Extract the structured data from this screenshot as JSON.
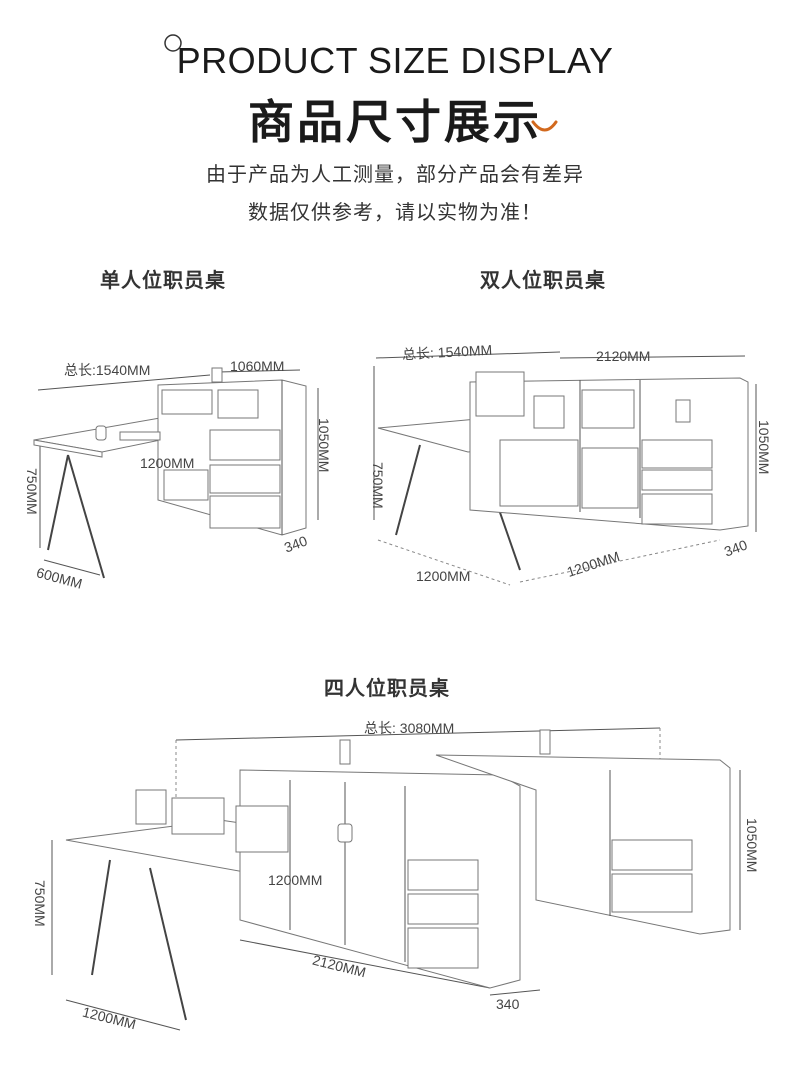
{
  "header": {
    "title_en": "PRODUCT SIZE DISPLAY",
    "title_cn": "商品尺寸展示",
    "note_line1": "由于产品为人工测量，部分产品会有差异",
    "note_line2": "数据仅供参考，请以实物为准！"
  },
  "single": {
    "heading": "单人位职员桌",
    "total_length": "总长:1540MM",
    "cabinet_length": "1060MM",
    "desk_length": "1200MM",
    "height": "750MM",
    "cabinet_height": "1050MM",
    "depth": "600MM",
    "cabinet_depth": "340"
  },
  "double": {
    "heading": "双人位职员桌",
    "total_length": "总长: 1540MM",
    "width": "2120MM",
    "height": "750MM",
    "cabinet_height": "1050MM",
    "desk_length": "1200MM",
    "desk_length_2": "1200MM",
    "cabinet_depth": "340"
  },
  "quad": {
    "heading": "四人位职员桌",
    "total_length": "总长: 3080MM",
    "height": "750MM",
    "cabinet_height": "1050MM",
    "desk_length": "1200MM",
    "width": "2120MM",
    "depth": "1200MM",
    "cabinet_depth": "340"
  },
  "colors": {
    "accent": "#d2691e",
    "line": "#555555"
  }
}
